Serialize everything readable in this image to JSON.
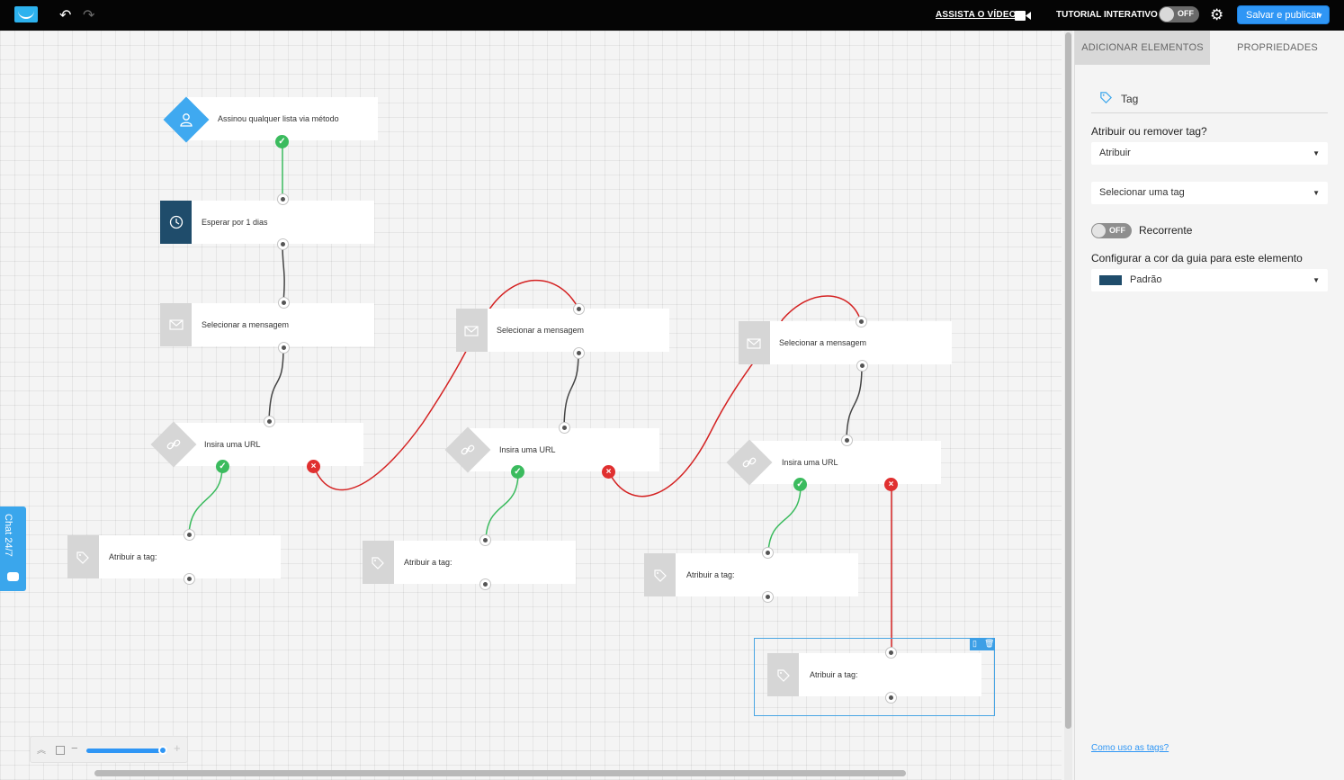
{
  "topbar": {
    "watch_video": "ASSISTA O VÍDEO",
    "tutorial_label": "TUTORIAL INTERATIVO",
    "tutorial_toggle": "OFF",
    "save_publish": "Salvar e publicar"
  },
  "nodes": {
    "start": "Assinou qualquer lista via método",
    "wait": "Esperar por 1 dias",
    "msg1": "Selecionar a mensagem",
    "msg2": "Selecionar a mensagem",
    "msg3": "Selecionar a mensagem",
    "url1": "Insira uma URL",
    "url2": "Insira uma URL",
    "url3": "Insira uma URL",
    "tag1": "Atribuir a tag:",
    "tag2": "Atribuir a tag:",
    "tag3": "Atribuir a tag:",
    "tag4": "Atribuir a tag:"
  },
  "chat": {
    "label": "Chat 24/7"
  },
  "panel": {
    "tabs": [
      "ADICIONAR ELEMENTOS",
      "PROPRIEDADES"
    ],
    "title": "Tag",
    "assign_question": "Atribuir ou remover tag?",
    "assign_value": "Atribuir",
    "tag_select": "Selecionar uma tag",
    "recurrent_toggle": "OFF",
    "recurrent_label": "Recorrente",
    "color_label": "Configurar a cor da guia para este elemento",
    "color_value": "Padrão",
    "color_hex": "#1f4c6b",
    "help_link": "Como uso as tags?"
  },
  "colors": {
    "accent": "#2f96f5",
    "success": "#3bbb5e",
    "fail": "#e02f2f"
  }
}
